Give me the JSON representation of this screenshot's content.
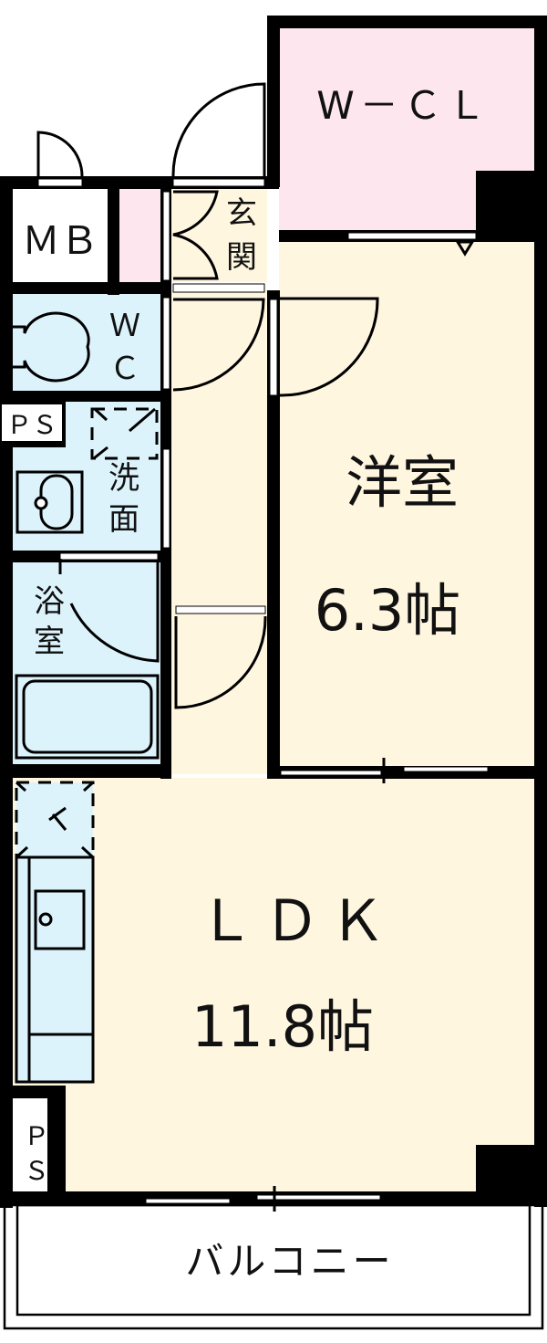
{
  "colors": {
    "floor_living": "#FFF6E0",
    "floor_wet": "#DDF3FC",
    "floor_closet": "#FDE6EE",
    "wall": "#000000",
    "background": "#FFFFFF"
  },
  "rooms": {
    "wcl": {
      "label": "W－ＣＬ"
    },
    "mb": {
      "label": "ＭＢ"
    },
    "genkan": {
      "label_line1": "玄",
      "label_line2": "関"
    },
    "wc": {
      "label_line1": "Ｗ",
      "label_line2": "Ｃ"
    },
    "ps_top": {
      "label": "ＰＳ"
    },
    "senmen": {
      "label_line1": "洗",
      "label_line2": "面"
    },
    "yokushitsu": {
      "label_line1": "浴",
      "label_line2": "室"
    },
    "youshitsu": {
      "name": "洋室",
      "size": "6.3帖"
    },
    "ldk": {
      "name": "ＬＤＫ",
      "size": "11.8帖"
    },
    "ps_bottom": {
      "label_line1": "Ｐ",
      "label_line2": "Ｓ"
    },
    "balcony": {
      "label": "バルコニー"
    }
  }
}
